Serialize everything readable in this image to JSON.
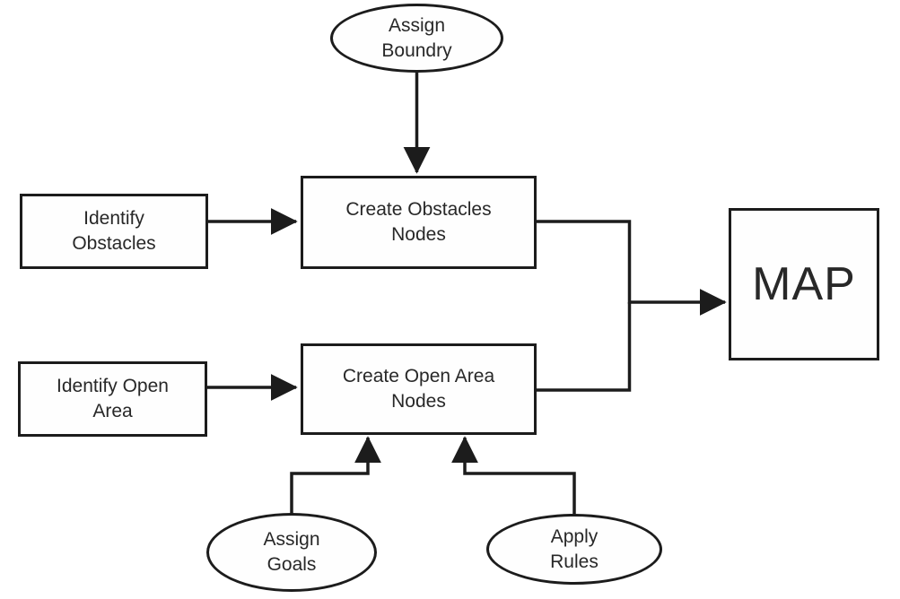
{
  "diagram": {
    "colors": {
      "background": "#ffffff",
      "stroke": "#1c1c1c",
      "text": "#282828"
    },
    "nodes": {
      "assign_boundry": {
        "type": "ellipse",
        "line1": "Assign",
        "line2": "Boundry"
      },
      "identify_obstacles": {
        "type": "rect",
        "line1": "Identify",
        "line2": "Obstacles"
      },
      "create_obstacles_nodes": {
        "type": "rect",
        "line1": "Create Obstacles",
        "line2": "Nodes"
      },
      "identify_open_area": {
        "type": "rect",
        "line1": "Identify Open",
        "line2": "Area"
      },
      "create_open_area_nodes": {
        "type": "rect",
        "line1": "Create Open Area",
        "line2": "Nodes"
      },
      "map": {
        "type": "rect",
        "label": "MAP"
      },
      "assign_goals": {
        "type": "ellipse",
        "line1": "Assign",
        "line2": "Goals"
      },
      "apply_rules": {
        "type": "ellipse",
        "line1": "Apply",
        "line2": "Rules"
      }
    },
    "edges": [
      {
        "from": "Assign Boundry",
        "to": "Create Obstacles Nodes"
      },
      {
        "from": "Identify Obstacles",
        "to": "Create Obstacles Nodes"
      },
      {
        "from": "Identify Open Area",
        "to": "Create Open Area Nodes"
      },
      {
        "from": "Create Obstacles Nodes",
        "to": "MAP"
      },
      {
        "from": "Create Open Area Nodes",
        "to": "MAP"
      },
      {
        "from": "Assign Goals",
        "to": "Create Open Area Nodes"
      },
      {
        "from": "Apply Rules",
        "to": "Create Open Area Nodes"
      }
    ]
  }
}
